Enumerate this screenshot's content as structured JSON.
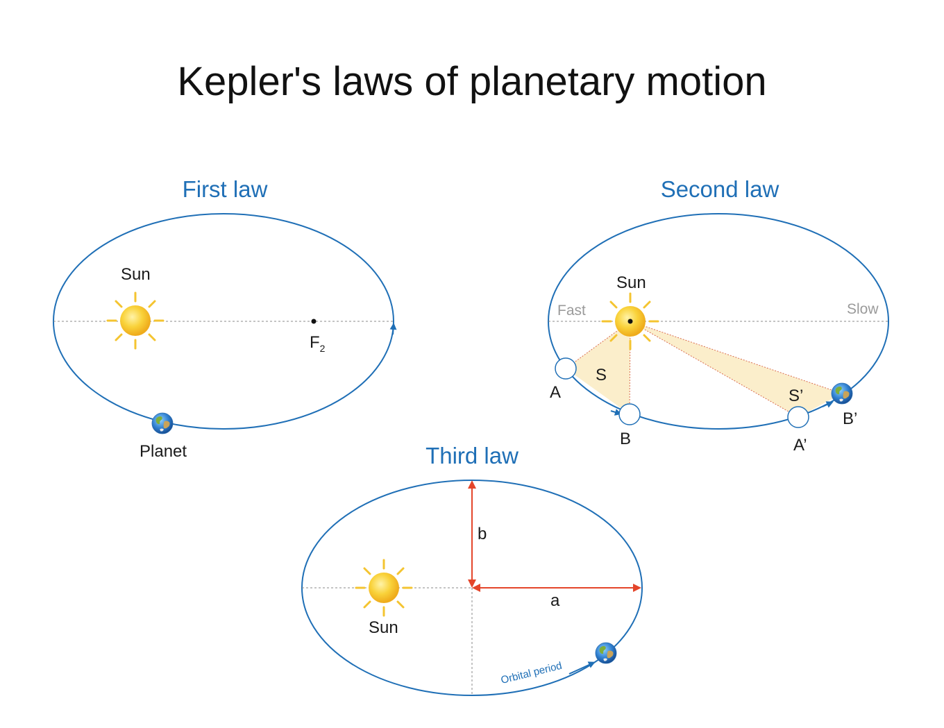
{
  "title": "Kepler's laws of planetary motion",
  "colors": {
    "orbit": "#1f6fb6",
    "title_blue": "#1f6fb6",
    "sun_core": "#f7c631",
    "sun_ray": "#f4c430",
    "area_fill": "#fbeecb",
    "arrow_red": "#e4452a",
    "axis_dotted": "#888888"
  },
  "first_law": {
    "title": "First law",
    "sun_label": "Sun",
    "focus_label": "F",
    "focus_sub": "2",
    "planet_label": "Planet"
  },
  "second_law": {
    "title": "Second law",
    "sun_label": "Sun",
    "fast_label": "Fast",
    "slow_label": "Slow",
    "area_label_1": "S",
    "area_label_2": "S’",
    "point_a": "A",
    "point_b": "B",
    "point_a2": "A’",
    "point_b2": "B’"
  },
  "third_law": {
    "title": "Third law",
    "sun_label": "Sun",
    "semi_minor_label": "b",
    "semi_major_label": "a",
    "period_label": "Orbital period"
  },
  "icons": [
    "sun-icon",
    "earth-icon",
    "arrow-icon"
  ]
}
